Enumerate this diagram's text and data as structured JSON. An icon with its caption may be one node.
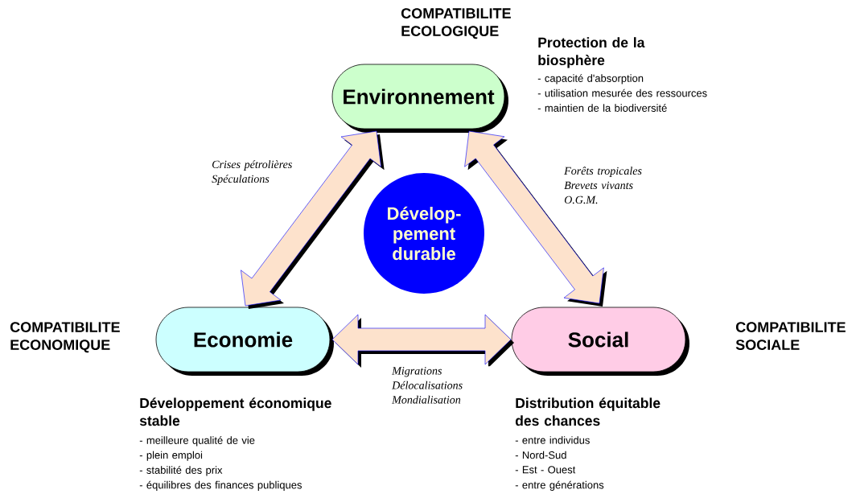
{
  "diagram": {
    "nodes": [
      {
        "text": [
          "Environnement"
        ],
        "beside": [
          "COMPATIBILITE ECOLOGIQUE",
          "Protection de la biosphère",
          "- capacité d'absorption",
          "- utilisation mesurée des ressources",
          "- maintien de la biodiversité"
        ]
      },
      {
        "text": [
          "Dévelop- pement durable"
        ]
      },
      {
        "text": [
          "Economie"
        ],
        "beside": [
          "COMPATIBILITE ECONOMIQUE",
          "Développement économique stable",
          "- meilleure qualité de vie",
          "- plein emploi",
          "- stabilité des prix",
          "- équilibres des finances publiques"
        ]
      },
      {
        "text": [
          "Social"
        ],
        "beside": [
          "COMPATIBILITE SOCIALE",
          "Distribution équitable des chances",
          "- entre individus",
          "- Nord-Sud",
          "- Est - Ouest",
          "- entre générations"
        ]
      }
    ],
    "edges": [
      {
        "from": 0,
        "to": 2,
        "arrow": "both",
        "label": "Crises pétrolières Spéculations"
      },
      {
        "from": 0,
        "to": 3,
        "arrow": "both",
        "label": "Forêts tropicales Brevets vivants O.G.M."
      },
      {
        "from": 2,
        "to": 3,
        "arrow": "both",
        "label": "Migrations Délocalisations Mondialisation"
      }
    ]
  }
}
